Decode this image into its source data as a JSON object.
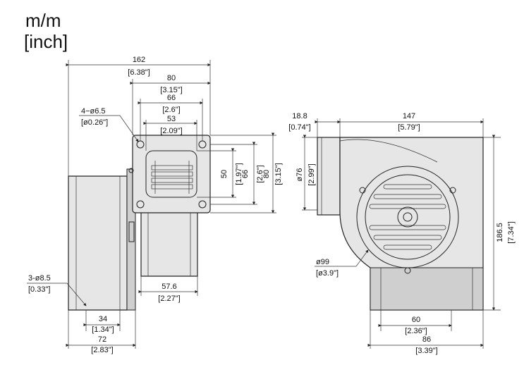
{
  "units": {
    "metric": "m/m",
    "imperial": "[inch]"
  },
  "dims": {
    "width_total": {
      "mm": "162",
      "in": "[6.38\"]"
    },
    "flange_80": {
      "mm": "80",
      "in": "[3.15\"]"
    },
    "hole_66": {
      "mm": "66",
      "in": "[2.6\"]"
    },
    "outlet_53": {
      "mm": "53",
      "in": "[2.09\"]"
    },
    "holes_4": {
      "mm": "4−ø6.5",
      "in": "[ø0.26\"]"
    },
    "v_50": {
      "mm": "50",
      "in": "[1.97\"]"
    },
    "v_66": {
      "mm": "66",
      "in": "[2.6\"]"
    },
    "v_80": {
      "mm": "80",
      "in": "[3.15\"]"
    },
    "base_57": {
      "mm": "57.6",
      "in": "[2.27\"]"
    },
    "holes_3": {
      "mm": "3-ø8.5",
      "in": "[0.33\"]"
    },
    "base_34": {
      "mm": "34",
      "in": "[1.34\"]"
    },
    "base_72": {
      "mm": "72",
      "in": "[2.83\"]"
    },
    "inlet_18": {
      "mm": "18.8",
      "in": "[0.74\"]"
    },
    "depth_147": {
      "mm": "147",
      "in": "[5.79\"]"
    },
    "inlet_dia": {
      "mm": "ø76",
      "in": "[2.99\"]"
    },
    "height_186": {
      "mm": "186.5",
      "in": "[7.34\"]"
    },
    "fan_dia": {
      "mm": "ø99",
      "in": "[ø3.9\"]"
    },
    "foot_60": {
      "mm": "60",
      "in": "[2.36\"]"
    },
    "foot_86": {
      "mm": "86",
      "in": "[3.39\"]"
    }
  }
}
